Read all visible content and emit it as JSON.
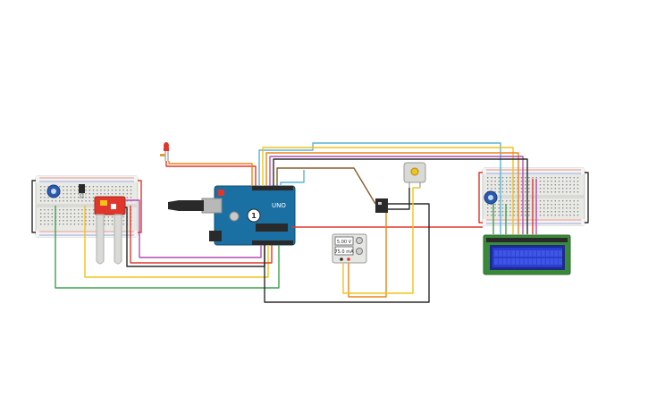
{
  "arduino": {
    "brand_text": "UNO",
    "badge_number": "1"
  },
  "power_supply": {
    "voltage": "5.00 V",
    "current": "75.0 mA"
  },
  "lcd": {
    "rows": 2,
    "cols": 16
  },
  "colors": {
    "wire_red": "#e0362b",
    "wire_black": "#2a2a2a",
    "wire_yellow": "#f2c21b",
    "wire_orange": "#e8861a",
    "wire_green": "#3aa34a",
    "wire_blue": "#5ab4d6",
    "wire_purple": "#b44fb4",
    "wire_brown": "#8b5a2b",
    "arduino_blue": "#1a6fa3",
    "lcd_blue": "#2a3fd0",
    "lcd_board": "#3a8a3a",
    "breadboard": "#e9e9e6"
  }
}
